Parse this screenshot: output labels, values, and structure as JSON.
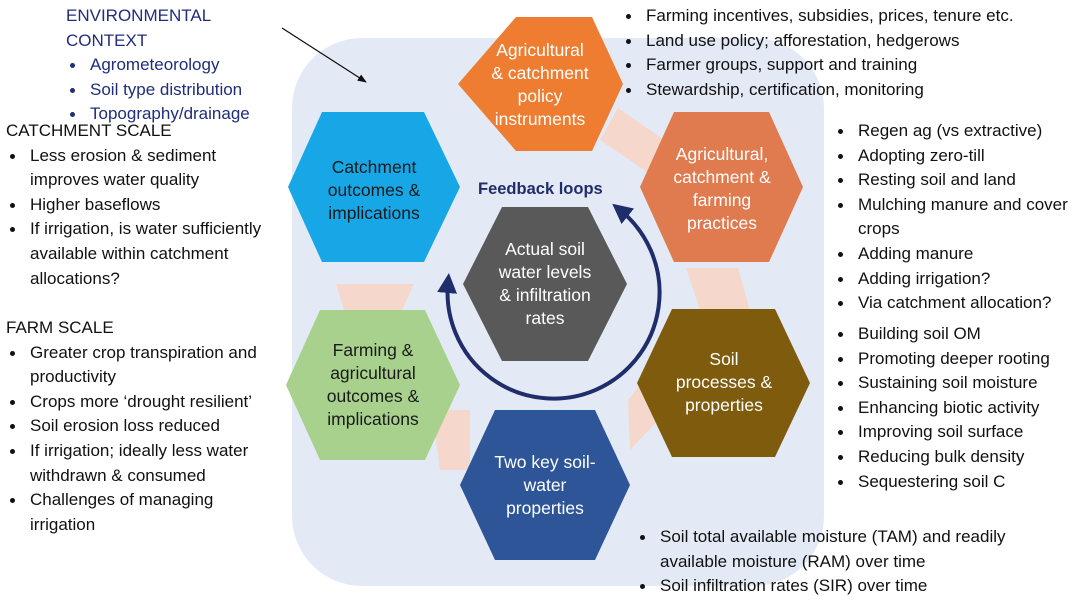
{
  "colors": {
    "panel": "#e4eaf5",
    "connector": "#f6d7cc",
    "policy": "#ee7d31",
    "practices": "#e07a4f",
    "soil_processes": "#7f5c0d",
    "key_properties": "#2e5597",
    "farm_outcomes": "#a8d18d",
    "catchment_outcomes": "#17a7e6",
    "center": "#595959",
    "arrow": "#1f2d6b",
    "env_text": "#1f2d7a"
  },
  "hexagons": {
    "policy": "Agricultural\n& catchment\npolicy\ninstruments",
    "practices": "Agricultural,\ncatchment &\nfarming\npractices",
    "soil_processes": "Soil\nprocesses &\nproperties",
    "key_properties": "Two key soil-\nwater\nproperties",
    "farm_outcomes": "Farming &\nagricultural\noutcomes &\nimplications",
    "catchment_outcomes": "Catchment\noutcomes &\nimplications",
    "center": "Actual soil\nwater levels\n& infiltration\nrates"
  },
  "feedback_label": "Feedback loops",
  "environmental_context": {
    "heading": "ENVIRONMENTAL CONTEXT",
    "items": [
      "Agrometeorology",
      "Soil type distribution",
      "Topography/drainage"
    ]
  },
  "catchment_scale": {
    "heading": "CATCHMENT SCALE",
    "items": [
      "Less erosion & sediment improves water quality",
      "Higher baseflows",
      "If irrigation, is water sufficiently available within catchment allocations?"
    ]
  },
  "farm_scale": {
    "heading": "FARM SCALE",
    "items": [
      "Greater crop transpiration and productivity",
      "Crops more ‘drought resilient’",
      "Soil erosion loss reduced",
      "If irrigation; ideally less water withdrawn & consumed",
      "Challenges of managing irrigation"
    ]
  },
  "policy_list": {
    "items": [
      "Farming incentives, subsidies, prices, tenure etc.",
      "Land use policy; afforestation, hedgerows",
      "Farmer groups, support and training",
      "Stewardship, certification, monitoring"
    ]
  },
  "practices_list": {
    "items": [
      "Regen ag (vs extractive)",
      "Adopting zero-till",
      "Resting soil and land",
      "Mulching manure and cover crops",
      "Adding manure",
      "Adding irrigation?",
      "Via catchment allocation?"
    ]
  },
  "processes_list": {
    "items": [
      "Building soil OM",
      "Promoting deeper rooting",
      "Sustaining soil moisture",
      "Enhancing biotic activity",
      "Improving soil surface",
      "Reducing bulk density",
      "Sequestering soil C"
    ]
  },
  "properties_list": {
    "items": [
      "Soil total available moisture (TAM) and readily available moisture (RAM) over time",
      "Soil infiltration rates (SIR) over time"
    ]
  }
}
